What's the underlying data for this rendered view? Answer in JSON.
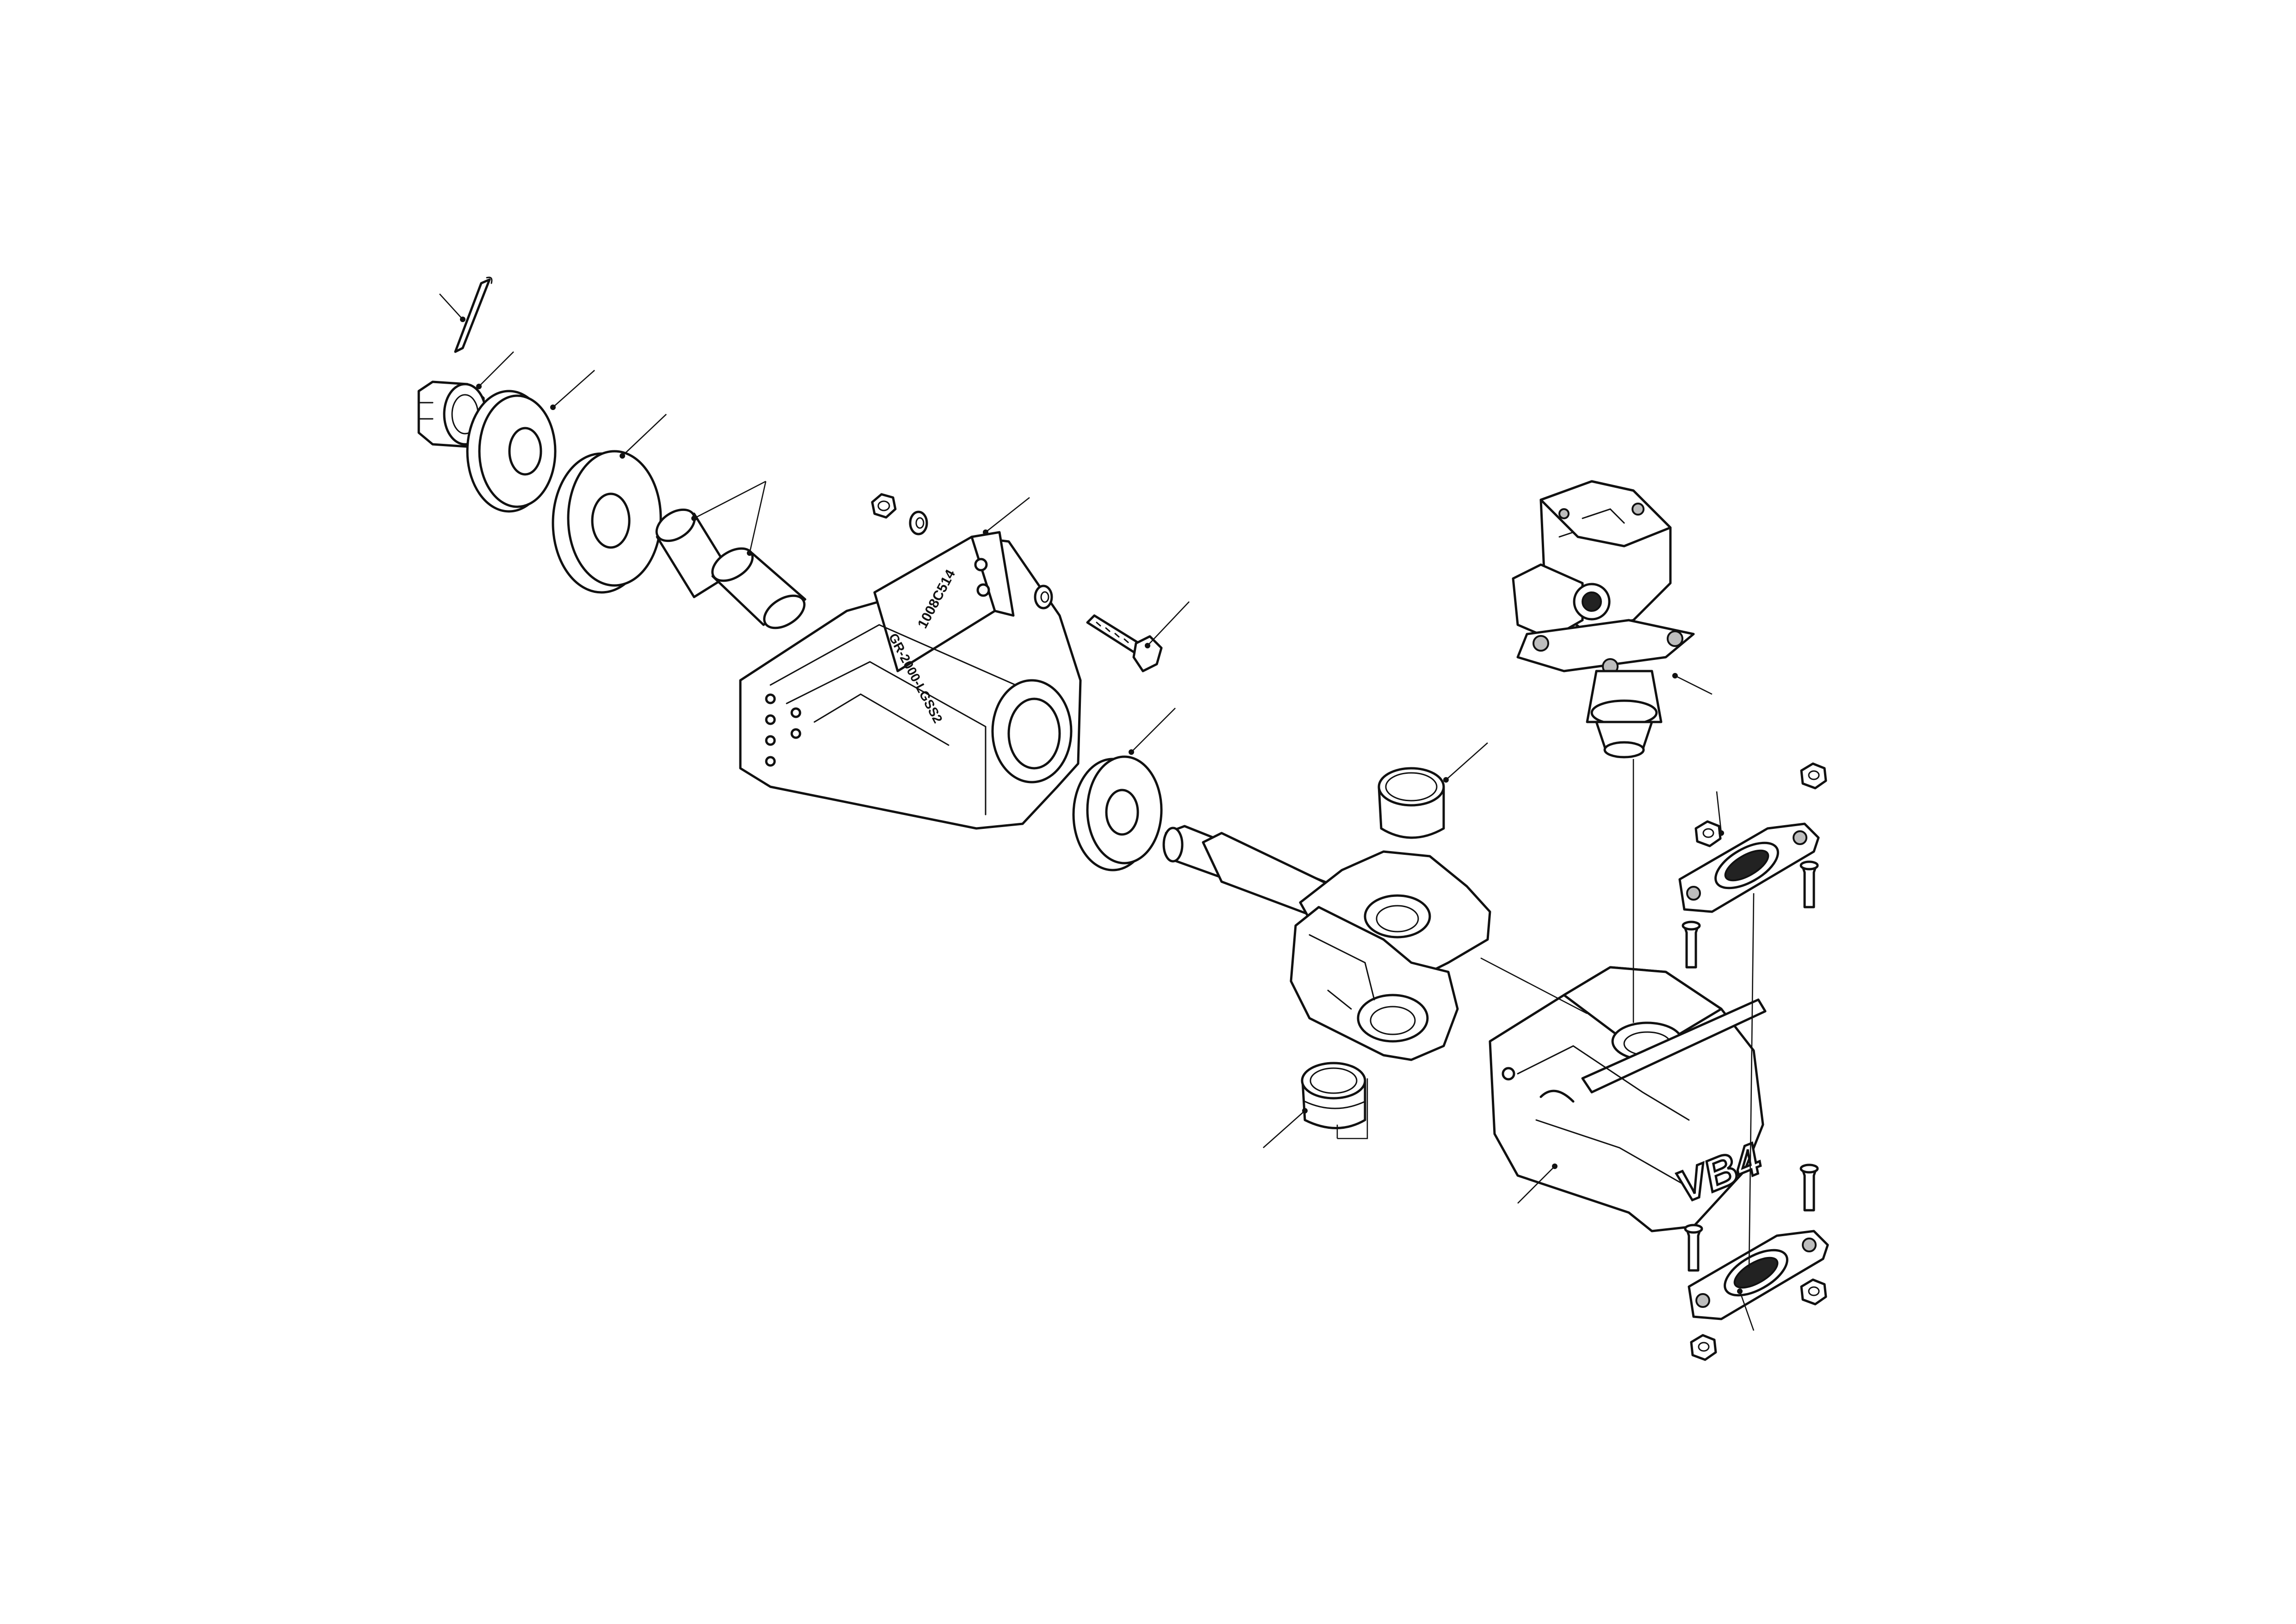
{
  "diagram": {
    "stamps": {
      "part_number": "1008C514",
      "approval_code": "GR-2000-LGSS2"
    },
    "logo": "VB4"
  }
}
